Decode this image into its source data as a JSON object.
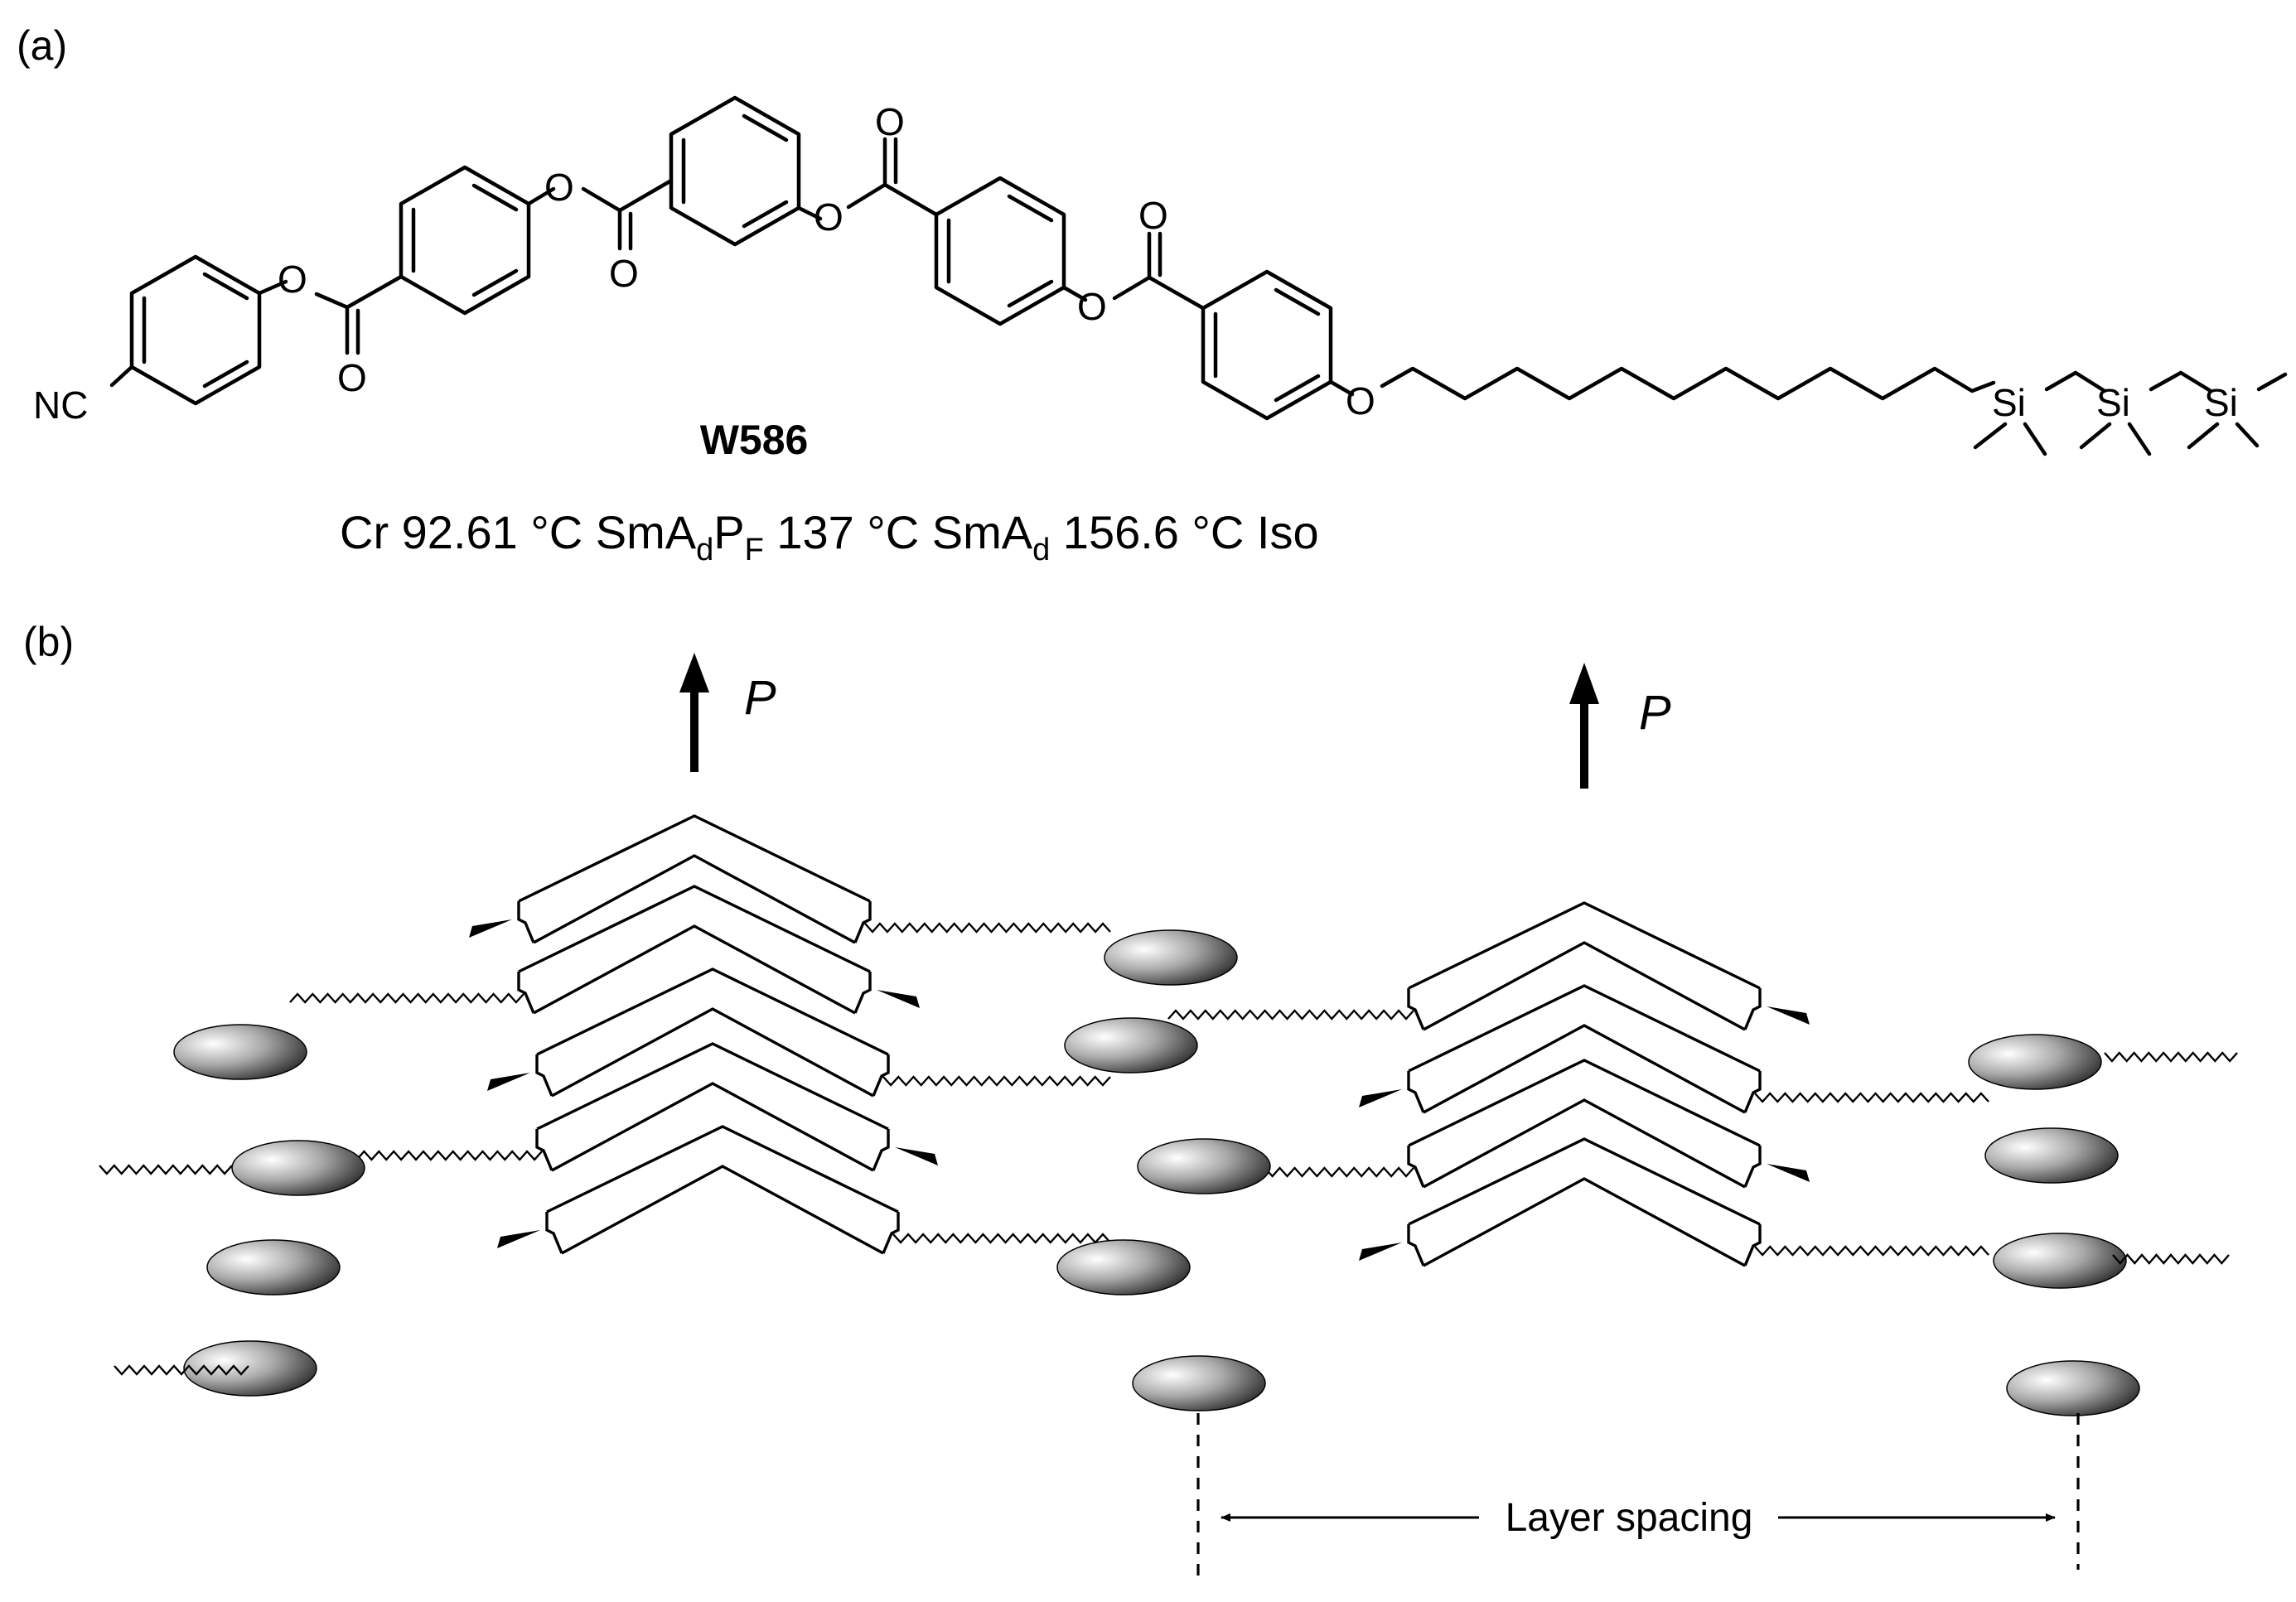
{
  "panels": {
    "a": "(a)",
    "b": "(b)"
  },
  "molecule": {
    "name": "W586",
    "nitrile_label": "NC",
    "oxygen_label": "O",
    "silicon_label": "Si"
  },
  "phase_sequence": {
    "cr": "Cr 92.61 °C SmA",
    "sub1": "d",
    "p": "P",
    "sub2": "F",
    "mid": " 137 °C SmA",
    "sub3": "d",
    "end": " 156.6 °C Iso"
  },
  "polarization_label": "P",
  "layer_spacing_label": "Layer spacing",
  "colors": {
    "ink": "#000000",
    "background": "#ffffff",
    "blob_light": "#ffffff",
    "blob_dark": "#141414"
  }
}
